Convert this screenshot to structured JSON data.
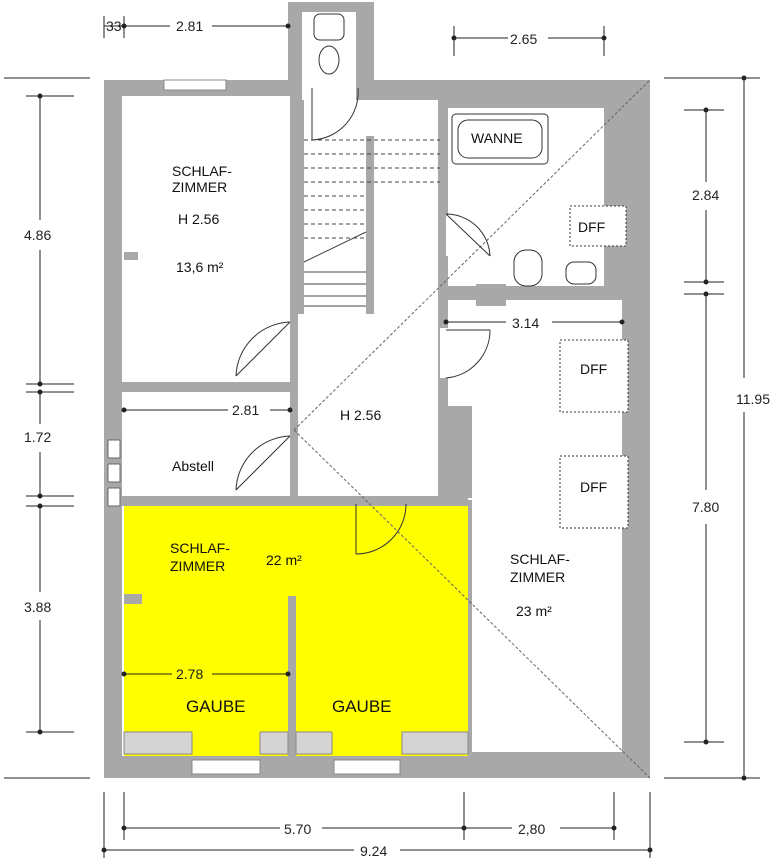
{
  "rooms": {
    "bedroom_nw": {
      "name_line1": "SCHLAF-",
      "name_line2": "ZIMMER",
      "height": "H 2.56",
      "area": "13,6 m²"
    },
    "hall": {
      "height": "H 2.56"
    },
    "storage": {
      "name": "Abstell"
    },
    "bedroom_sw": {
      "name_line1": "SCHLAF-",
      "name_line2": "ZIMMER",
      "area": "22 m²",
      "dormer_left": "GAUBE",
      "dormer_right": "GAUBE"
    },
    "bedroom_e": {
      "name_line1": "SCHLAF-",
      "name_line2": "ZIMMER",
      "area": "23 m²"
    },
    "bath": {
      "tub_label": "WANNE",
      "skylight": "DFF"
    },
    "skylights": [
      "DFF",
      "DFF"
    ]
  },
  "dimensions": {
    "top_left_small": "33",
    "top_left": "2.81",
    "top_right": "2.65",
    "left_upper": "4.86",
    "left_middle": "1.72",
    "left_lower": "3.88",
    "right_upper": "2.84",
    "right_lower": "7.80",
    "right_total": "11.95",
    "inner_storage": "2.81",
    "inner_bath": "3.14",
    "inner_bedroom": "2.78",
    "bottom_left": "5.70",
    "bottom_right": "2,80",
    "bottom_total": "9.24"
  },
  "colors": {
    "wall": "#a8a8a8",
    "highlight_room": "#ffff00",
    "fixture": "#d4d4d4"
  }
}
